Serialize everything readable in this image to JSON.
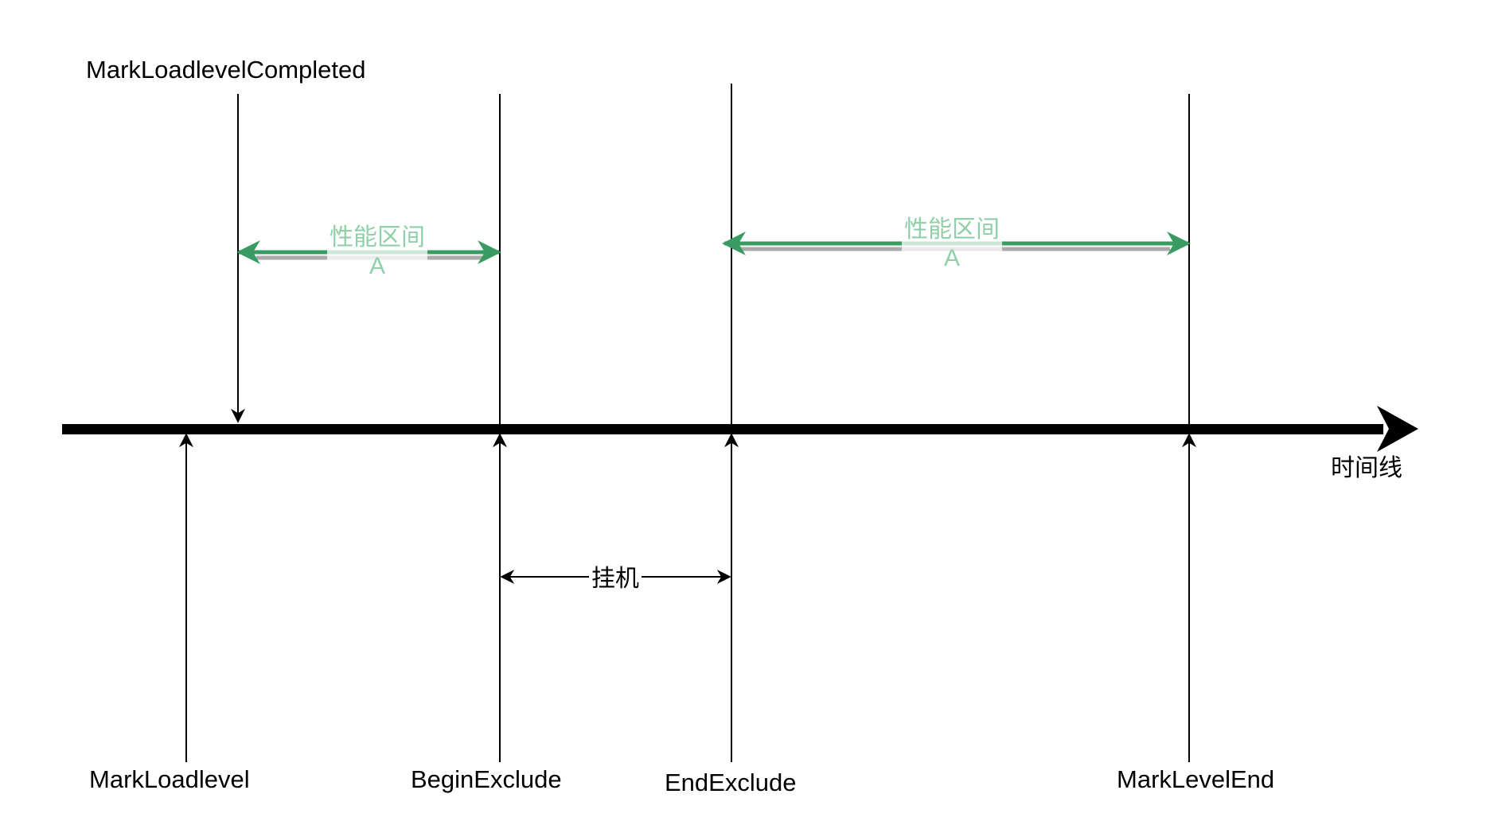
{
  "diagram": {
    "timeline_label": "时间线",
    "events": {
      "mark_load_level_completed": "MarkLoadlevelCompleted",
      "mark_load_level": "MarkLoadlevel",
      "begin_exclude": "BeginExclude",
      "end_exclude": "EndExclude",
      "mark_level_end": "MarkLevelEnd"
    },
    "intervals": [
      {
        "title": "性能区间",
        "sub": "A"
      },
      {
        "title": "性能区间",
        "sub": "A"
      }
    ],
    "idle_label": "挂机",
    "colors": {
      "axis": "#000000",
      "interval_arrow": "#3a9b62",
      "interval_text": "#8fd0a8",
      "interval_shadow": "#a9aba9"
    }
  }
}
